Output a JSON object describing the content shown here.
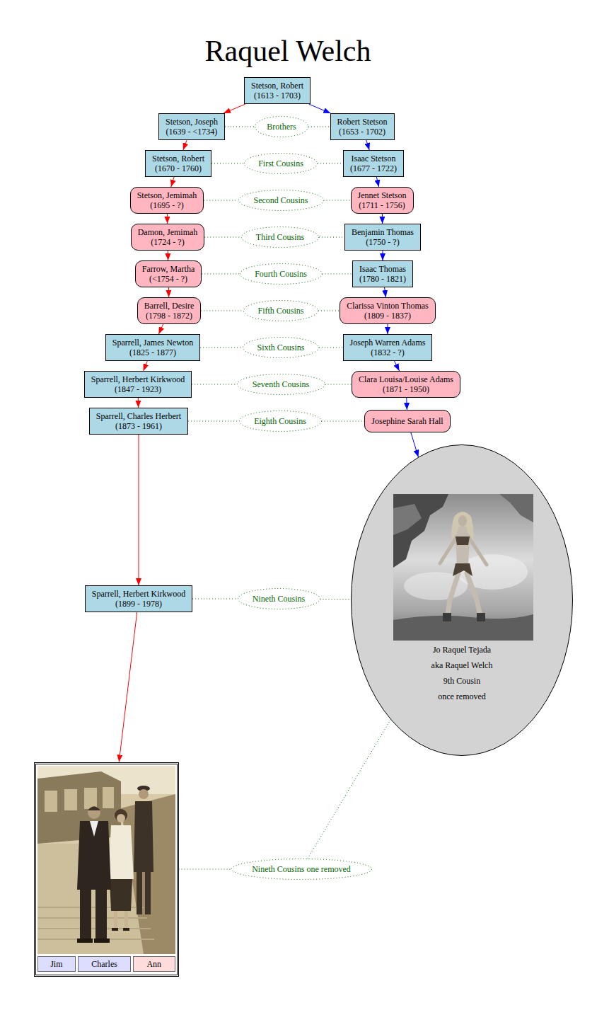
{
  "diagram": {
    "title": "Raquel Welch",
    "nodes": [
      {
        "text": [
          "Stetson, Robert",
          "(1613 - 1703)"
        ]
      },
      {
        "text": [
          "Stetson, Joseph",
          "(1639 - <1734)"
        ]
      },
      {
        "text": [
          "Brothers"
        ]
      },
      {
        "text": [
          "Robert Stetson",
          "(1653 - 1702)"
        ]
      },
      {
        "text": [
          "Stetson, Robert",
          "(1670 - 1760)"
        ]
      },
      {
        "text": [
          "First Cousins"
        ]
      },
      {
        "text": [
          "Isaac Stetson",
          "(1677 - 1722)"
        ]
      },
      {
        "text": [
          "Stetson, Jemimah",
          "(1695 - ?)"
        ]
      },
      {
        "text": [
          "Second Cousins"
        ]
      },
      {
        "text": [
          "Jennet Stetson",
          "(1711 - 1756)"
        ]
      },
      {
        "text": [
          "Damon, Jemimah",
          "(1724 - ?)"
        ]
      },
      {
        "text": [
          "Third Cousins"
        ]
      },
      {
        "text": [
          "Benjamin Thomas",
          "(1750 - ?)"
        ]
      },
      {
        "text": [
          "Farrow, Martha",
          "(<1754 - ?)"
        ]
      },
      {
        "text": [
          "Fourth Cousins"
        ]
      },
      {
        "text": [
          "Isaac Thomas",
          "(1780 - 1821)"
        ]
      },
      {
        "text": [
          "Barrell, Desire",
          "(1798 - 1872)"
        ]
      },
      {
        "text": [
          "Fifth Cousins"
        ]
      },
      {
        "text": [
          "Clarissa Vinton Thomas",
          "(1809 - 1837)"
        ]
      },
      {
        "text": [
          "Sparrell, James Newton",
          "(1825 - 1877)"
        ]
      },
      {
        "text": [
          "Sixth Cousins"
        ]
      },
      {
        "text": [
          "Joseph Warren Adams",
          "(1832 - ?)"
        ]
      },
      {
        "text": [
          "Sparrell, Herbert Kirkwood",
          "(1847 - 1923)"
        ]
      },
      {
        "text": [
          "Seventh Cousins"
        ]
      },
      {
        "text": [
          "Clara Louisa/Louise Adams",
          "(1871 - 1950)"
        ]
      },
      {
        "text": [
          "Sparrell, Charles Herbert",
          "(1873 - 1961)"
        ]
      },
      {
        "text": [
          "Eighth Cousins"
        ]
      },
      {
        "text": [
          "Josephine Sarah Hall"
        ]
      },
      {
        "text": [
          "Jo Raquel Tejada",
          "aka Raquel Welch",
          "9th Cousin",
          "once removed"
        ]
      },
      {
        "text": [
          "Sparrell, Herbert Kirkwood",
          "(1899 - 1978)"
        ]
      },
      {
        "text": [
          "Nineth Cousins"
        ]
      },
      {
        "text": [
          "Jim",
          "Charles",
          "Ann"
        ]
      },
      {
        "text": [
          "Nineth Cousins one removed"
        ]
      }
    ],
    "edges": [
      {
        "from": 0,
        "to": 1,
        "arrow": "to"
      },
      {
        "from": 1,
        "to": 4,
        "arrow": "to"
      },
      {
        "from": 4,
        "to": 7,
        "arrow": "to"
      },
      {
        "from": 7,
        "to": 10,
        "arrow": "to"
      },
      {
        "from": 10,
        "to": 13,
        "arrow": "to"
      },
      {
        "from": 13,
        "to": 16,
        "arrow": "to"
      },
      {
        "from": 16,
        "to": 19,
        "arrow": "to"
      },
      {
        "from": 19,
        "to": 22,
        "arrow": "to"
      },
      {
        "from": 22,
        "to": 25,
        "arrow": "to"
      },
      {
        "from": 25,
        "to": 29,
        "arrow": "to"
      },
      {
        "from": 29,
        "to": 31,
        "arrow": "to"
      },
      {
        "from": 0,
        "to": 3,
        "arrow": "to"
      },
      {
        "from": 3,
        "to": 6,
        "arrow": "to"
      },
      {
        "from": 6,
        "to": 9,
        "arrow": "to"
      },
      {
        "from": 9,
        "to": 12,
        "arrow": "to"
      },
      {
        "from": 12,
        "to": 15,
        "arrow": "to"
      },
      {
        "from": 15,
        "to": 18,
        "arrow": "to"
      },
      {
        "from": 18,
        "to": 21,
        "arrow": "to"
      },
      {
        "from": 21,
        "to": 24,
        "arrow": "to"
      },
      {
        "from": 24,
        "to": 27,
        "arrow": "to"
      },
      {
        "from": 27,
        "to": 28,
        "arrow": "to"
      },
      {
        "from": 1,
        "to": 2,
        "arrow": "none"
      },
      {
        "from": 2,
        "to": 3,
        "arrow": "none"
      },
      {
        "from": 4,
        "to": 5,
        "arrow": "none"
      },
      {
        "from": 5,
        "to": 6,
        "arrow": "none"
      },
      {
        "from": 7,
        "to": 8,
        "arrow": "none"
      },
      {
        "from": 8,
        "to": 9,
        "arrow": "none"
      },
      {
        "from": 10,
        "to": 11,
        "arrow": "none"
      },
      {
        "from": 11,
        "to": 12,
        "arrow": "none"
      },
      {
        "from": 13,
        "to": 14,
        "arrow": "none"
      },
      {
        "from": 14,
        "to": 15,
        "arrow": "none"
      },
      {
        "from": 16,
        "to": 17,
        "arrow": "none"
      },
      {
        "from": 17,
        "to": 18,
        "arrow": "none"
      },
      {
        "from": 19,
        "to": 20,
        "arrow": "none"
      },
      {
        "from": 20,
        "to": 21,
        "arrow": "none"
      },
      {
        "from": 22,
        "to": 23,
        "arrow": "none"
      },
      {
        "from": 23,
        "to": 24,
        "arrow": "none"
      },
      {
        "from": 25,
        "to": 26,
        "arrow": "none"
      },
      {
        "from": 26,
        "to": 27,
        "arrow": "none"
      },
      {
        "from": 29,
        "to": 30,
        "arrow": "none"
      },
      {
        "from": 30,
        "to": 28,
        "arrow": "none"
      },
      {
        "from": 31,
        "to": 32,
        "arrow": "none"
      },
      {
        "from": 32,
        "to": 28,
        "arrow": "none"
      }
    ]
  }
}
